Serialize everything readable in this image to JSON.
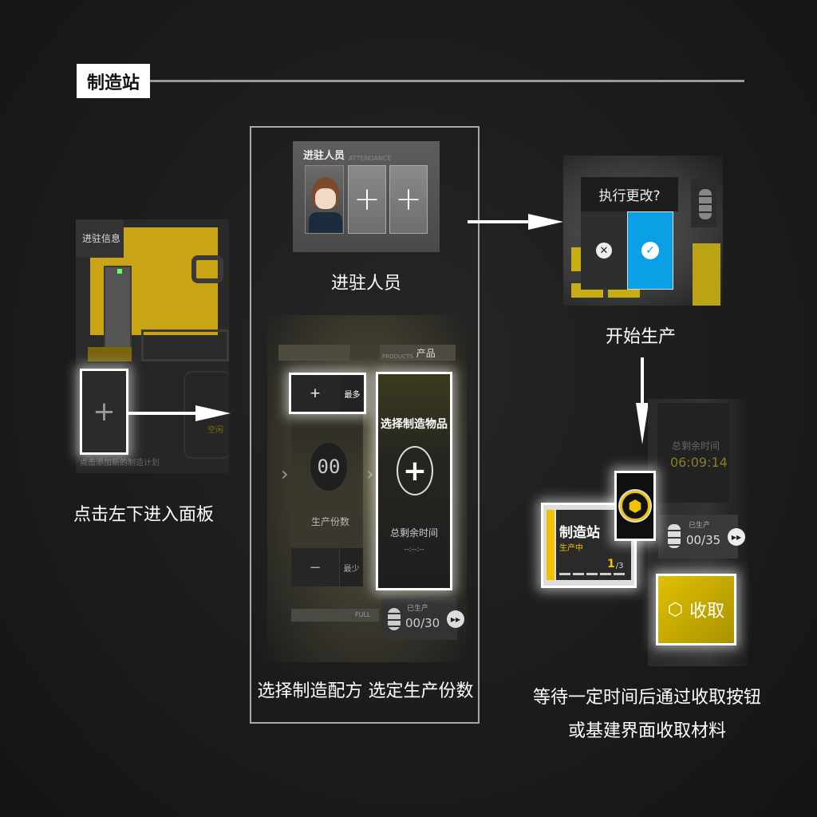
{
  "header": {
    "title": "制造站"
  },
  "step1": {
    "panel_label": "进驻信息",
    "hint": "点击添加新的制造计划",
    "idle_text": "空闲",
    "caption": "点击左下进入面板"
  },
  "step2": {
    "attendance_title": "进驻人员",
    "attendance_subtitle": "ATTENDANCE",
    "caption_attendance": "进驻人员",
    "products_label_en": "PRODUCTS",
    "products_label": "产品",
    "plus_label": "+",
    "max_label": "最多",
    "count_value": "00",
    "count_label": "生产份数",
    "minus_label": "−",
    "min_label": "最少",
    "select_item": "选择制造物品",
    "remaining_label": "总剩余时间",
    "remaining_value": "--:--:--",
    "full_label": "FULL",
    "produced_label": "已生产",
    "produced_value": "00/30",
    "caption": "选择制造配方 选定生产份数"
  },
  "step3": {
    "confirm_prompt": "执行更改?",
    "caption": "开始生产",
    "colors": {
      "confirm": "#0aa0e6"
    }
  },
  "step4": {
    "station_name": "制造站",
    "station_status": "生产中",
    "station_workers": "1",
    "station_capacity": "/3",
    "remaining_label": "总剩余时间",
    "remaining_value": "06:09:14",
    "produced_label": "已生产",
    "produced_value": "00/35",
    "collect_label": "收取",
    "caption_line1": "等待一定时间后通过收取按钮",
    "caption_line2": "或基建界面收取材料",
    "colors": {
      "accent": "#f2c200"
    }
  }
}
